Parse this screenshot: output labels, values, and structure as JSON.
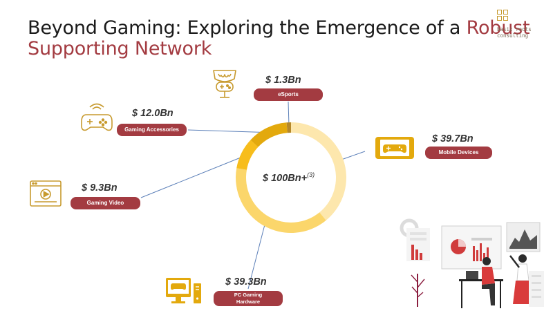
{
  "title": {
    "part1": "Beyond Gaming: Exploring the Emergence of a ",
    "accent1": "Robust",
    "accent2": "Supporting Network"
  },
  "logo": {
    "line1": "basic roots",
    "line2": "consulting"
  },
  "colors": {
    "accent": "#a33b41",
    "icon": "#c79a2e"
  },
  "chart_data": {
    "type": "pie",
    "center_label": "$ 100Bn+",
    "center_note": "(3)",
    "segments": [
      {
        "name": "Mobile Devices",
        "label": "$ 39.7Bn",
        "value": 39.7,
        "color": "#fde7ad",
        "icon": "mobile-gamepad-icon"
      },
      {
        "name": "PC Gaming Hardware",
        "label": "$ 39.3Bn",
        "value": 39.3,
        "color": "#fbd66b",
        "icon": "pc-gaming-icon"
      },
      {
        "name": "Gaming Video",
        "label": "$ 9.3Bn",
        "value": 9.3,
        "color": "#f7bd1c",
        "icon": "video-icon"
      },
      {
        "name": "Gaming Accessories",
        "label": "$ 12.0Bn",
        "value": 12.0,
        "color": "#e3a90d",
        "icon": "gamepad-icon"
      },
      {
        "name": "eSports",
        "label": "$ 1.3Bn",
        "value": 1.3,
        "color": "#b5882a",
        "icon": "esports-trophy-icon"
      }
    ]
  }
}
